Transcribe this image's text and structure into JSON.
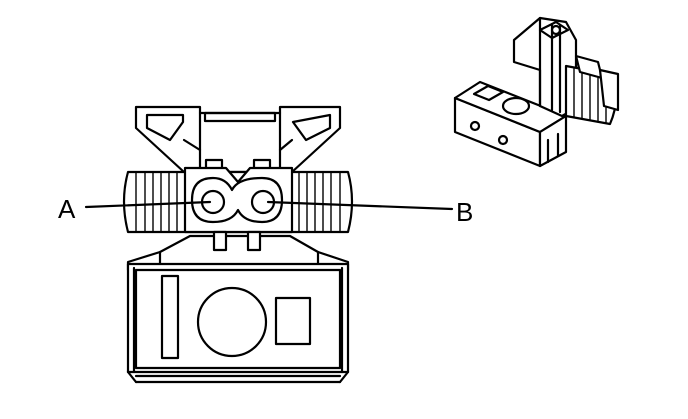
{
  "labels": {
    "a": "A",
    "b": "B"
  },
  "figure": {
    "main_view": "connector-front-view",
    "inset_view": "connector-isometric-view"
  }
}
